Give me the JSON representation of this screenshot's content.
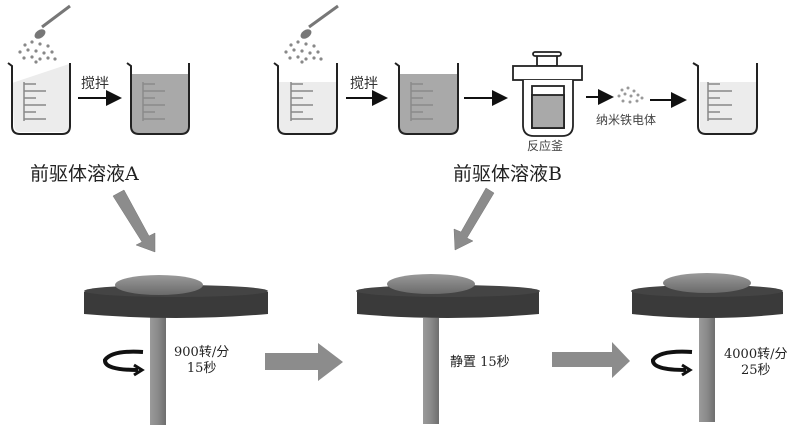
{
  "title": "前驱体溶液制备与旋涂工艺流程示意图",
  "top_row_a": {
    "stir_label": "搅拌",
    "solution_label": "前驱体溶液A"
  },
  "top_row_b": {
    "stir_label": "搅拌",
    "reactor_label": "反应釜",
    "powder_label": "纳米铁电体",
    "solution_label": "前驱体溶液B"
  },
  "spin_steps": [
    {
      "line1": "900转/分",
      "line2": "15秒",
      "rotating": true
    },
    {
      "line1": "静置 15秒",
      "line2": "",
      "rotating": false
    },
    {
      "line1": "4000转/分",
      "line2": "25秒",
      "rotating": true
    }
  ],
  "colors": {
    "disk": "#3a3a3a",
    "droplet": "#7a7a7a",
    "shaft": "#8a8a8a",
    "arrow": "#8c8c8c",
    "liquid_light": "#ececec",
    "liquid_dark": "#a9a9a9"
  }
}
